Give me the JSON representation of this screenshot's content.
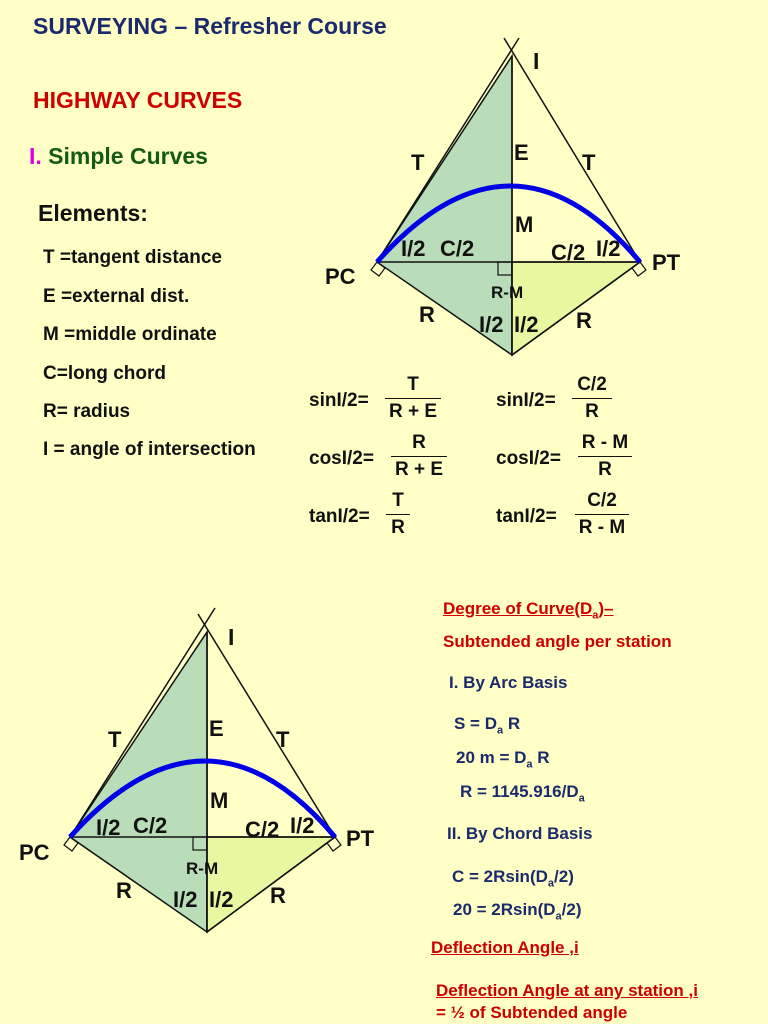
{
  "header": {
    "title": "SURVEYING – Refresher Course",
    "section": "HIGHWAY CURVES",
    "subsection_num": "I.",
    "subsection_title": "Simple Curves",
    "elements_heading": "Elements:"
  },
  "elements": [
    "T =tangent distance",
    "E =external dist.",
    "M =middle ordinate",
    "C=long chord",
    "R= radius",
    "I = angle of intersection"
  ],
  "diagram_labels": {
    "I": "I",
    "T": "T",
    "E": "E",
    "M": "M",
    "PC": "PC",
    "PT": "PT",
    "R": "R",
    "R_M": "R-M",
    "I2": "I/2",
    "C2": "C/2"
  },
  "formulas": {
    "left": [
      {
        "fn": "sinI/2=",
        "num": "T",
        "den": "R + E"
      },
      {
        "fn": "cosI/2=",
        "num": "R",
        "den": "R + E"
      },
      {
        "fn": "tanI/2=",
        "num": "T",
        "den": "R"
      }
    ],
    "right": [
      {
        "fn": "sinI/2=",
        "num": "C/2",
        "den": "R"
      },
      {
        "fn": "cosI/2=",
        "num": "R - M",
        "den": "R"
      },
      {
        "fn": "tanI/2=",
        "num": "C/2",
        "den": "R - M"
      }
    ]
  },
  "degree": {
    "heading_prefix": "Degree of Curve(D",
    "heading_sub": "a",
    "heading_suffix": ")–",
    "subheading": "Subtended angle per station",
    "arc_basis": "I. By Arc Basis",
    "arc_eq1": {
      "a": "S = D",
      "b": "a",
      "c": " R"
    },
    "arc_eq2": {
      "a": "20 m = D",
      "b": "a",
      "c": " R"
    },
    "arc_eq3": {
      "a": "R = 1145.916/D",
      "b": "a",
      "c": ""
    },
    "chord_basis": "II. By Chord Basis",
    "chord_eq1": {
      "a": "C = 2Rsin(D",
      "b": "a",
      "c": "/2)"
    },
    "chord_eq2": {
      "a": "20 = 2Rsin(D",
      "b": "a",
      "c": "/2)"
    }
  },
  "deflection": {
    "heading": "Deflection Angle ,i",
    "line1": "Deflection Angle at any station ,i",
    "line2": "= ½ of Subtended angle"
  },
  "colors": {
    "background": "#ffffc6",
    "green_fill": "#b8ddb8",
    "yellow_fill": "#e8f7a0",
    "arc": "#0000e6",
    "title": "#1a2a6c",
    "section": "#cc0000",
    "subsection": "#145a14",
    "numeral": "#e000e0"
  }
}
